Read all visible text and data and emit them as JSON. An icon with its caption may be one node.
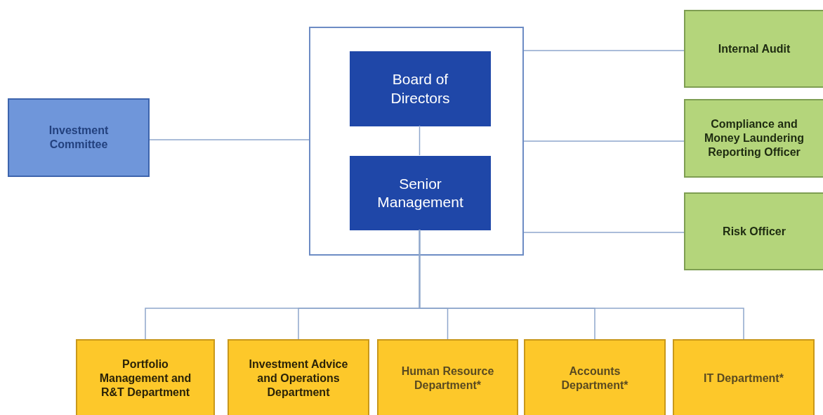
{
  "diagram": {
    "nodes": [
      {
        "text": [],
        "shape": "box"
      },
      {
        "text": [
          "Board of Directors"
        ],
        "in": 0
      },
      {
        "text": [
          "Senior Management"
        ],
        "in": 0
      },
      {
        "text": [
          "Investment Committee"
        ]
      },
      {
        "text": [
          "Internal Audit"
        ]
      },
      {
        "text": [
          "Compliance and Money Laundering Reporting Officer"
        ]
      },
      {
        "text": [
          "Risk Officer"
        ]
      },
      {
        "text": [
          "Portfolio Management and R&T Department"
        ]
      },
      {
        "text": [
          "Investment Advice and Operations Department"
        ]
      },
      {
        "text": [
          "Human Resource Department*"
        ]
      },
      {
        "text": [
          "Accounts Department*"
        ]
      },
      {
        "text": [
          "IT Department*"
        ]
      }
    ],
    "edges": [
      {
        "from": 1,
        "to": 2,
        "arrow": "none"
      },
      {
        "from": 3,
        "to": 0,
        "arrow": "none"
      },
      {
        "from": 0,
        "to": 4,
        "arrow": "none"
      },
      {
        "from": 0,
        "to": 5,
        "arrow": "none"
      },
      {
        "from": 0,
        "to": 6,
        "arrow": "none"
      },
      {
        "from": 2,
        "to": 7,
        "arrow": "none"
      },
      {
        "from": 2,
        "to": 8,
        "arrow": "none"
      },
      {
        "from": 2,
        "to": 9,
        "arrow": "none"
      },
      {
        "from": 2,
        "to": 10,
        "arrow": "none"
      },
      {
        "from": 2,
        "to": 11,
        "arrow": "none"
      }
    ]
  }
}
